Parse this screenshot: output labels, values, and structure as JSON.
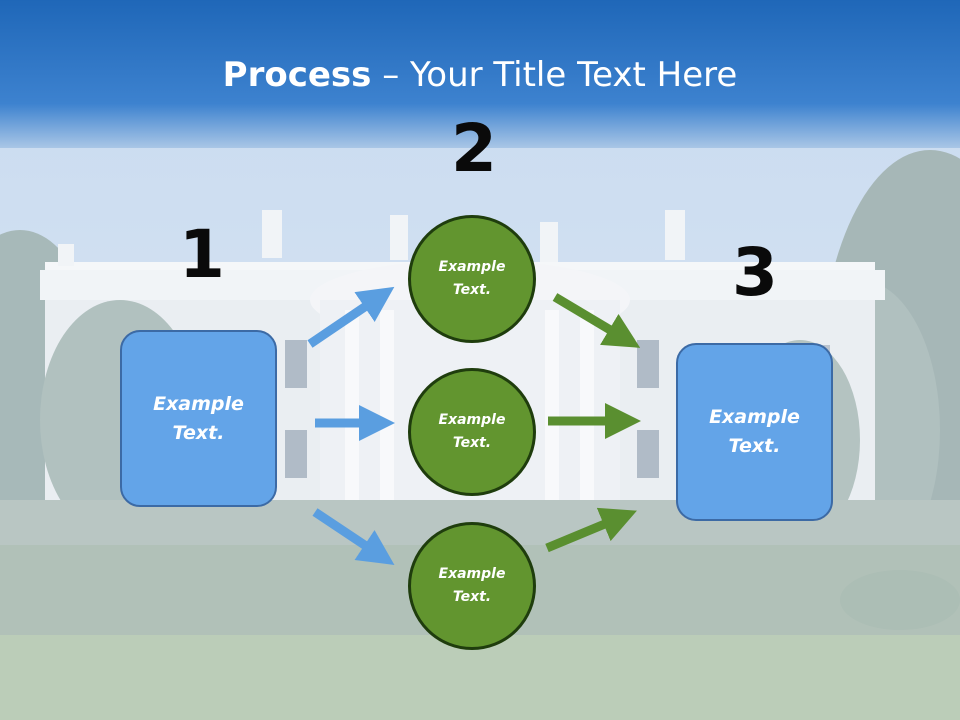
{
  "slide": {
    "title_bold": "Process",
    "title_dash": " – ",
    "title_rest": "Your Title Text Here"
  },
  "steps": {
    "one": "1",
    "two": "2",
    "three": "3"
  },
  "left_box": {
    "text": "Example\nText."
  },
  "circles": [
    {
      "text": "Example\nText."
    },
    {
      "text": "Example\nText."
    },
    {
      "text": "Example\nText."
    }
  ],
  "right_box": {
    "text": "Example\nText."
  },
  "colors": {
    "header_blue": "#2a6fbe",
    "box_blue": "#63a4e8",
    "circle_green": "#62952f",
    "arrow_blue": "#5a9ee0",
    "arrow_green": "#5a8f30"
  }
}
